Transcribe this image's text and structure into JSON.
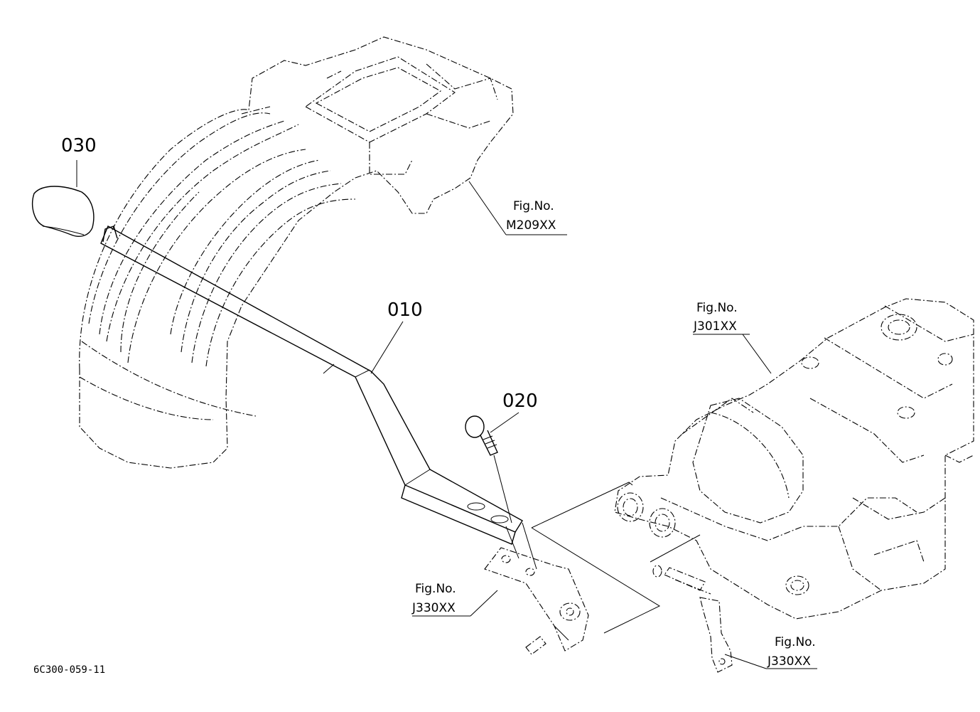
{
  "parts": {
    "lever": "010",
    "bolt": "020",
    "knob": "030"
  },
  "references": {
    "fender": {
      "label": "Fig.No.",
      "code": "M209XX"
    },
    "housing": {
      "label": "Fig.No.",
      "code": "J301XX"
    },
    "bracket": {
      "label": "Fig.No.",
      "code": "J330XX"
    },
    "link_arm": {
      "label": "Fig.No.",
      "code": "J330XX"
    }
  },
  "drawing_code": "6C300-059-11"
}
